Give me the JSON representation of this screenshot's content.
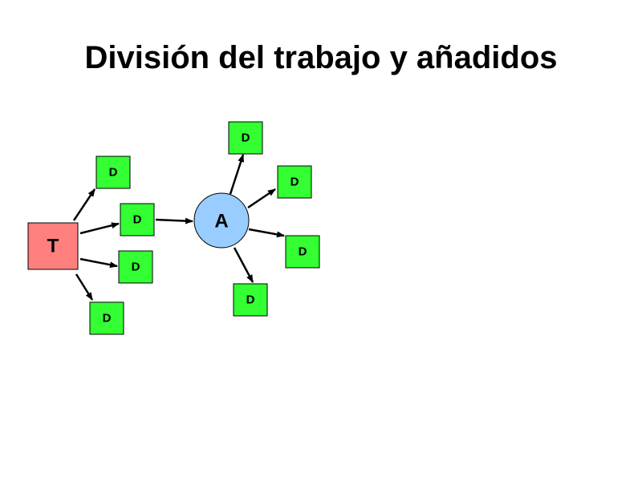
{
  "title": "División del trabajo y añadidos",
  "colors": {
    "task": "#FF7F7F",
    "aggregator": "#99CCFF",
    "division": "#33FF33",
    "border": "#000000",
    "edge": "#000000"
  },
  "nodes": {
    "task": {
      "label": "T"
    },
    "aggregator": {
      "label": "A"
    },
    "divisions_from_task": [
      {
        "label": "D"
      },
      {
        "label": "D"
      },
      {
        "label": "D"
      },
      {
        "label": "D"
      }
    ],
    "divisions_from_aggregator": [
      {
        "label": "D"
      },
      {
        "label": "D"
      },
      {
        "label": "D"
      },
      {
        "label": "D"
      }
    ]
  },
  "edges": [
    {
      "from": "T",
      "to": "D (upper-left)"
    },
    {
      "from": "T",
      "to": "D (center)"
    },
    {
      "from": "T",
      "to": "D (lower)"
    },
    {
      "from": "T",
      "to": "D (bottom-left)"
    },
    {
      "from": "D (center)",
      "to": "A"
    },
    {
      "from": "A",
      "to": "D (top)"
    },
    {
      "from": "A",
      "to": "D (upper-right)"
    },
    {
      "from": "A",
      "to": "D (right)"
    },
    {
      "from": "A",
      "to": "D (bottom)"
    }
  ]
}
